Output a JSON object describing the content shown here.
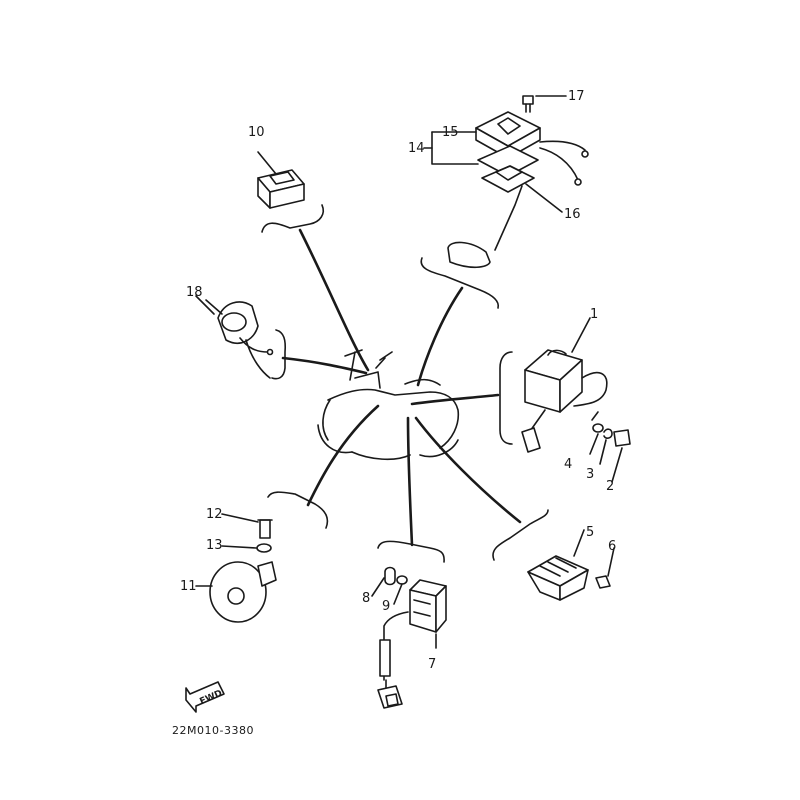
{
  "diagram": {
    "labels": {
      "p1": "1",
      "p2": "2",
      "p3": "3",
      "p4": "4",
      "p5": "5",
      "p6": "6",
      "p7": "7",
      "p8": "8",
      "p9": "9",
      "p10": "10",
      "p11": "11",
      "p12": "12",
      "p13": "13",
      "p14": "14",
      "p15": "15",
      "p16": "16",
      "p17": "17",
      "p18": "18"
    },
    "fwd_label": "FWD",
    "drawing_code": "22M010-3380"
  }
}
